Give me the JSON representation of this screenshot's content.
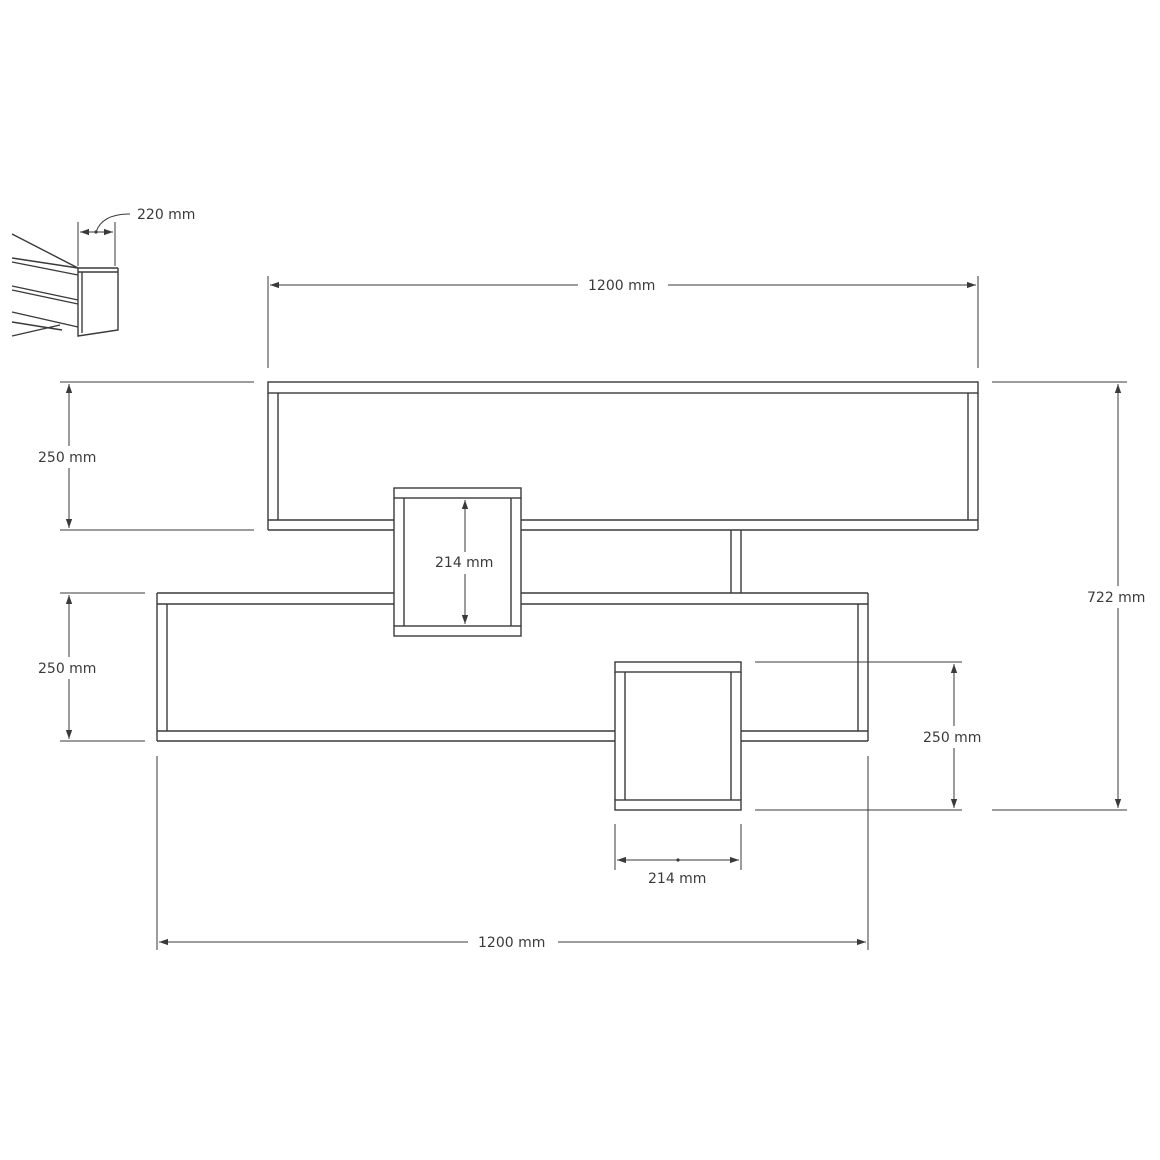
{
  "dimensions": {
    "depth": "220 mm",
    "top_width": "1200 mm",
    "top_height": "250 mm",
    "mid_height": "250 mm",
    "cube_inner_height": "214 mm",
    "overall_height": "722 mm",
    "small_cube_height": "250 mm",
    "small_cube_width": "214 mm",
    "bottom_width": "1200 mm"
  },
  "colors": {
    "line": "#3a3a3a",
    "background": "#ffffff"
  }
}
